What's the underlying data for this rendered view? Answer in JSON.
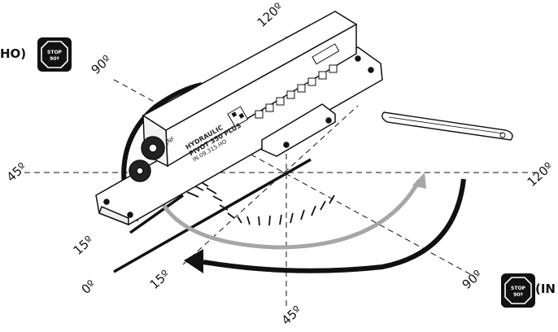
{
  "angles": {
    "a120_top": "120º",
    "a90_top": "90º",
    "a45_left": "45º",
    "a120_right": "120º",
    "a15_left": "15º",
    "a0": "0º",
    "a15_bottom": "15º",
    "a90_right": "90º",
    "a45_bottom": "45º"
  },
  "side_labels": {
    "left": "HO)",
    "right": "(IN"
  },
  "stop_badge": {
    "line1": "STOP",
    "line2": "90º"
  },
  "product": {
    "brand": "JNF",
    "line1": "HYDRAULIC",
    "line2": "PIVOT 350 PLUS",
    "code": "IN.09.315.HO"
  },
  "colors": {
    "ink": "#111111",
    "badge_bg": "#111111",
    "grey_arrow": "#a6a6a6"
  }
}
